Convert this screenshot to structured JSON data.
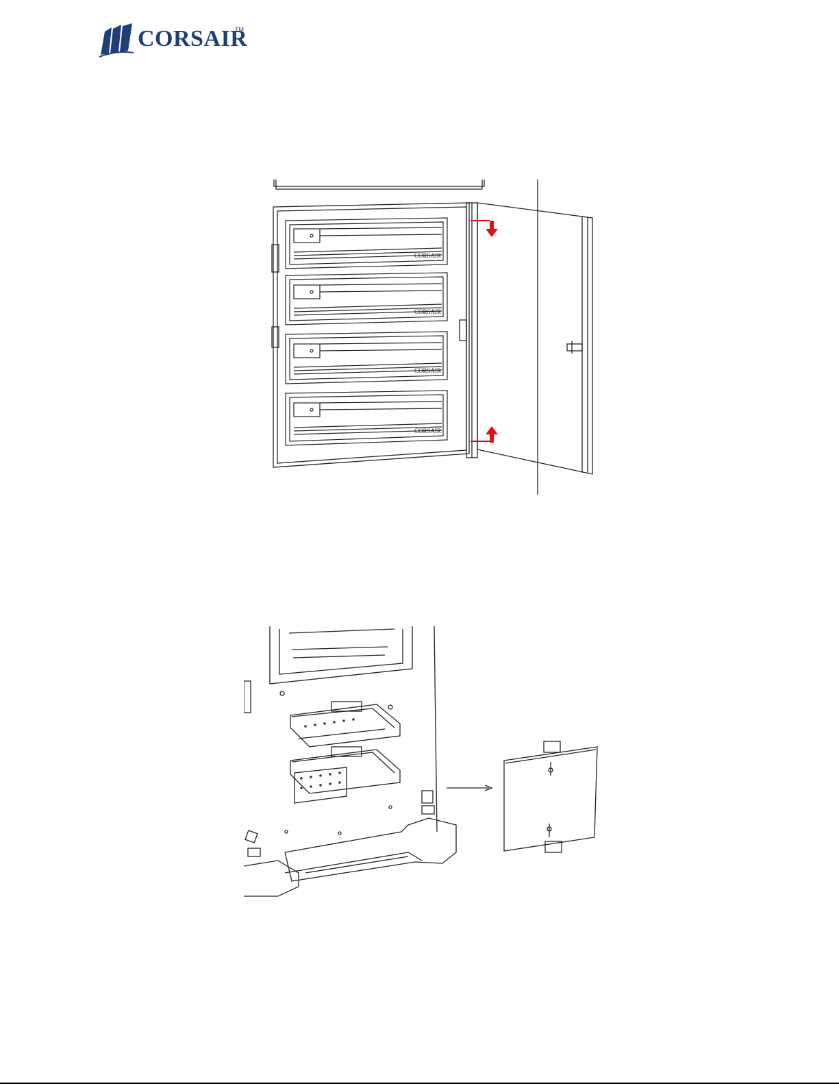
{
  "header": {
    "brand": "CORSAIR",
    "trademark": "TM",
    "brand_color": "#1e3f78"
  },
  "figure_1": {
    "drive_bay_labels": [
      "CORSAIR",
      "CORSAIR",
      "CORSAIR",
      "CORSAIR"
    ],
    "arrow_color": "#e01010"
  },
  "figure_2": {}
}
